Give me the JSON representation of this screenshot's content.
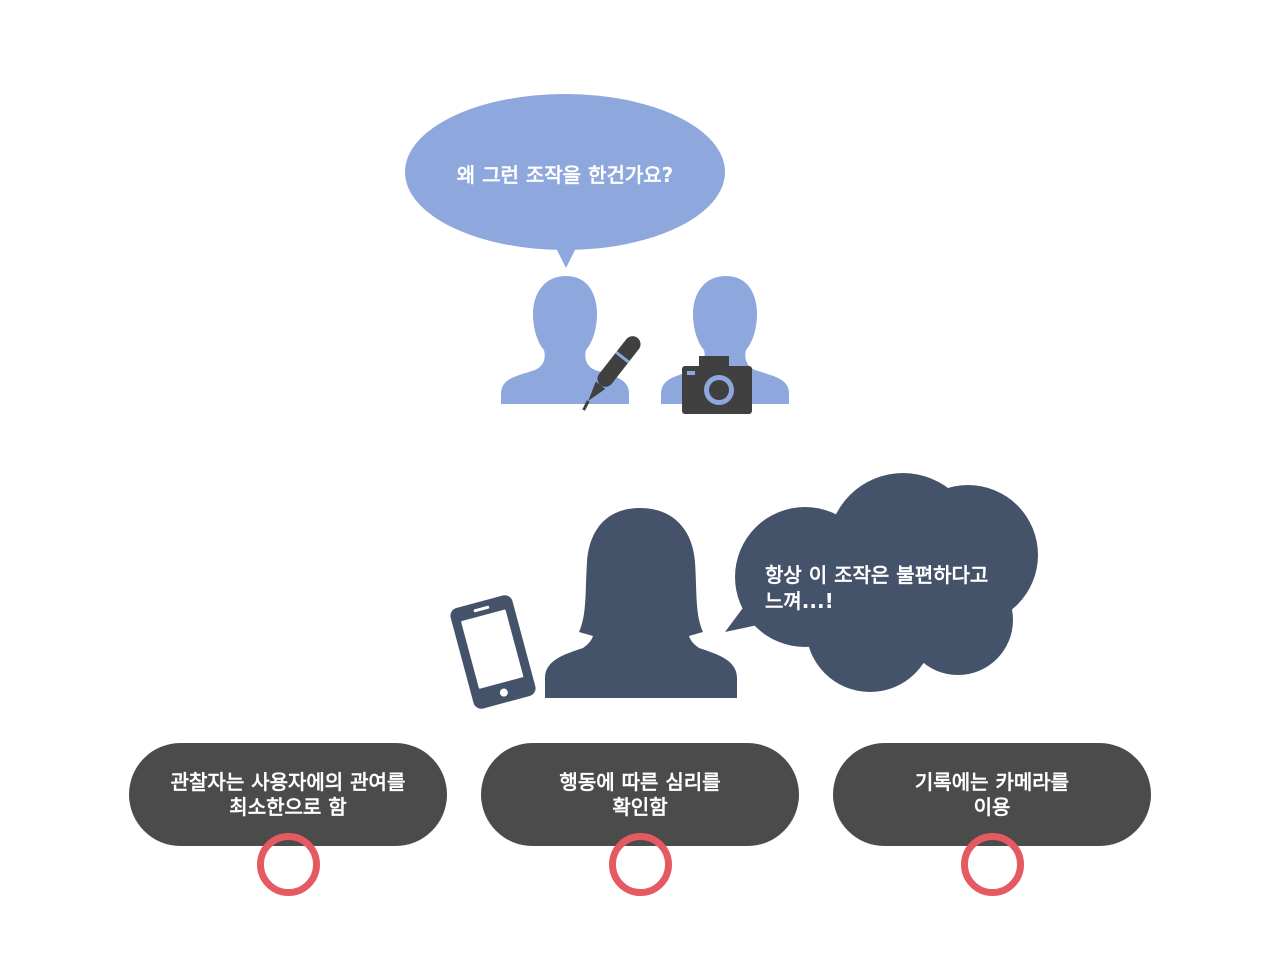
{
  "colors": {
    "observer": "#8ea8de",
    "user": "#45536a",
    "device": "#404040",
    "pill": "#4b4b4b",
    "check_ring": "#e55a5e"
  },
  "top_speech_bubble": {
    "text": "왜 그런 조작을 한건가요?"
  },
  "user_thought_bubble": {
    "line1": "항상 이 조작은 불편하다고",
    "line2": "느껴...!"
  },
  "icons": [
    "person-icon",
    "pen-icon",
    "camera-icon",
    "smartphone-icon",
    "woman-silhouette-icon",
    "circle-ring-icon"
  ],
  "principles": [
    {
      "text": "관찰자는 사용자에의 관여를\n최소한으로 함",
      "status": "ok"
    },
    {
      "text": "행동에 따른 심리를\n확인함",
      "status": "ok"
    },
    {
      "text": "기록에는 카메라를\n이용",
      "status": "ok"
    }
  ]
}
